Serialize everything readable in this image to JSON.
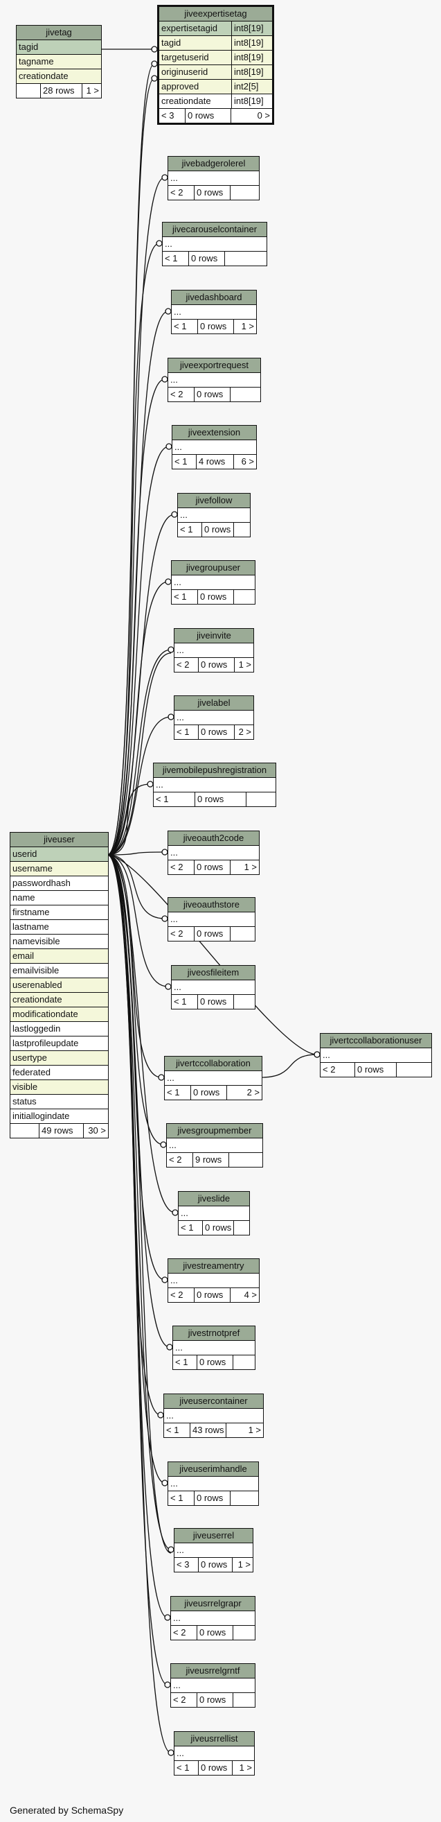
{
  "footer_text": "Generated by SchemaSpy",
  "colors": {
    "header": "#9bab96",
    "primary_key": "#bed1b8",
    "foreign_key": "#f4f7da",
    "background": "#f7f7f7"
  },
  "tables": {
    "jivetag": {
      "name": "jivetag",
      "columns": [
        "tagid",
        "tagname",
        "creationdate"
      ],
      "foot": [
        "",
        "28 rows",
        "1 >"
      ]
    },
    "jiveexpertisetag": {
      "name": "jiveexpertisetag",
      "columns": [
        {
          "name": "expertisetagid",
          "type": "int8[19]"
        },
        {
          "name": "tagid",
          "type": "int8[19]"
        },
        {
          "name": "targetuserid",
          "type": "int8[19]"
        },
        {
          "name": "originuserid",
          "type": "int8[19]"
        },
        {
          "name": "approved",
          "type": "int2[5]"
        },
        {
          "name": "creationdate",
          "type": "int8[19]"
        }
      ],
      "foot": [
        "< 3",
        "0 rows",
        "0 >"
      ]
    },
    "jiveuser": {
      "name": "jiveuser",
      "columns": [
        "userid",
        "username",
        "passwordhash",
        "name",
        "firstname",
        "lastname",
        "namevisible",
        "email",
        "emailvisible",
        "userenabled",
        "creationdate",
        "modificationdate",
        "lastloggedin",
        "lastprofileupdate",
        "usertype",
        "federated",
        "visible",
        "status",
        "initiallogindate"
      ],
      "foot": [
        "",
        "49 rows",
        "30 >"
      ]
    },
    "jivebadgerolerel": {
      "name": "jivebadgerolerel",
      "elided": "...",
      "foot": [
        "< 2",
        "0 rows",
        ""
      ]
    },
    "jivecarouselcontainer": {
      "name": "jivecarouselcontainer",
      "elided": "...",
      "foot": [
        "< 1",
        "0 rows",
        ""
      ]
    },
    "jivedashboard": {
      "name": "jivedashboard",
      "elided": "...",
      "foot": [
        "< 1",
        "0 rows",
        "1 >"
      ]
    },
    "jiveexportrequest": {
      "name": "jiveexportrequest",
      "elided": "...",
      "foot": [
        "< 2",
        "0 rows",
        ""
      ]
    },
    "jiveextension": {
      "name": "jiveextension",
      "elided": "...",
      "foot": [
        "< 1",
        "4 rows",
        "6 >"
      ]
    },
    "jivefollow": {
      "name": "jivefollow",
      "elided": "...",
      "foot": [
        "< 1",
        "0 rows",
        ""
      ]
    },
    "jivegroupuser": {
      "name": "jivegroupuser",
      "elided": "...",
      "foot": [
        "< 1",
        "0 rows",
        ""
      ]
    },
    "jiveinvite": {
      "name": "jiveinvite",
      "elided": "...",
      "foot": [
        "< 2",
        "0 rows",
        "1 >"
      ]
    },
    "jivelabel": {
      "name": "jivelabel",
      "elided": "...",
      "foot": [
        "< 1",
        "0 rows",
        "2 >"
      ]
    },
    "jivemobilepushregistration": {
      "name": "jivemobilepushregistration",
      "elided": "...",
      "foot": [
        "< 1",
        "0 rows",
        ""
      ]
    },
    "jiveoauth2code": {
      "name": "jiveoauth2code",
      "elided": "...",
      "foot": [
        "< 2",
        "0 rows",
        "1 >"
      ]
    },
    "jiveoauthstore": {
      "name": "jiveoauthstore",
      "elided": "...",
      "foot": [
        "< 2",
        "0 rows",
        ""
      ]
    },
    "jiveosfileitem": {
      "name": "jiveosfileitem",
      "elided": "...",
      "foot": [
        "< 1",
        "0 rows",
        ""
      ]
    },
    "jivertccollaborationuser": {
      "name": "jivertccollaborationuser",
      "elided": "...",
      "foot": [
        "< 2",
        "0 rows",
        ""
      ]
    },
    "jivertccollaboration": {
      "name": "jivertccollaboration",
      "elided": "...",
      "foot": [
        "< 1",
        "0 rows",
        "2 >"
      ]
    },
    "jivesgroupmember": {
      "name": "jivesgroupmember",
      "elided": "...",
      "foot": [
        "< 2",
        "9 rows",
        ""
      ]
    },
    "jiveslide": {
      "name": "jiveslide",
      "elided": "...",
      "foot": [
        "< 1",
        "0 rows",
        ""
      ]
    },
    "jivestreamentry": {
      "name": "jivestreamentry",
      "elided": "...",
      "foot": [
        "< 2",
        "0 rows",
        "4 >"
      ]
    },
    "jivestrnotpref": {
      "name": "jivestrnotpref",
      "elided": "...",
      "foot": [
        "< 1",
        "0 rows",
        ""
      ]
    },
    "jiveusercontainer": {
      "name": "jiveusercontainer",
      "elided": "...",
      "foot": [
        "< 1",
        "43 rows",
        "1 >"
      ]
    },
    "jiveuserimhandle": {
      "name": "jiveuserimhandle",
      "elided": "...",
      "foot": [
        "< 1",
        "0 rows",
        ""
      ]
    },
    "jiveuserrel": {
      "name": "jiveuserrel",
      "elided": "...",
      "foot": [
        "< 3",
        "0 rows",
        "1 >"
      ]
    },
    "jiveusrrelgrapr": {
      "name": "jiveusrrelgrapr",
      "elided": "...",
      "foot": [
        "< 2",
        "0 rows",
        ""
      ]
    },
    "jiveusrrelgrntf": {
      "name": "jiveusrrelgrntf",
      "elided": "...",
      "foot": [
        "< 2",
        "0 rows",
        ""
      ]
    },
    "jiveusrrellist": {
      "name": "jiveusrrellist",
      "elided": "...",
      "foot": [
        "< 1",
        "0 rows",
        "1 >"
      ]
    }
  }
}
